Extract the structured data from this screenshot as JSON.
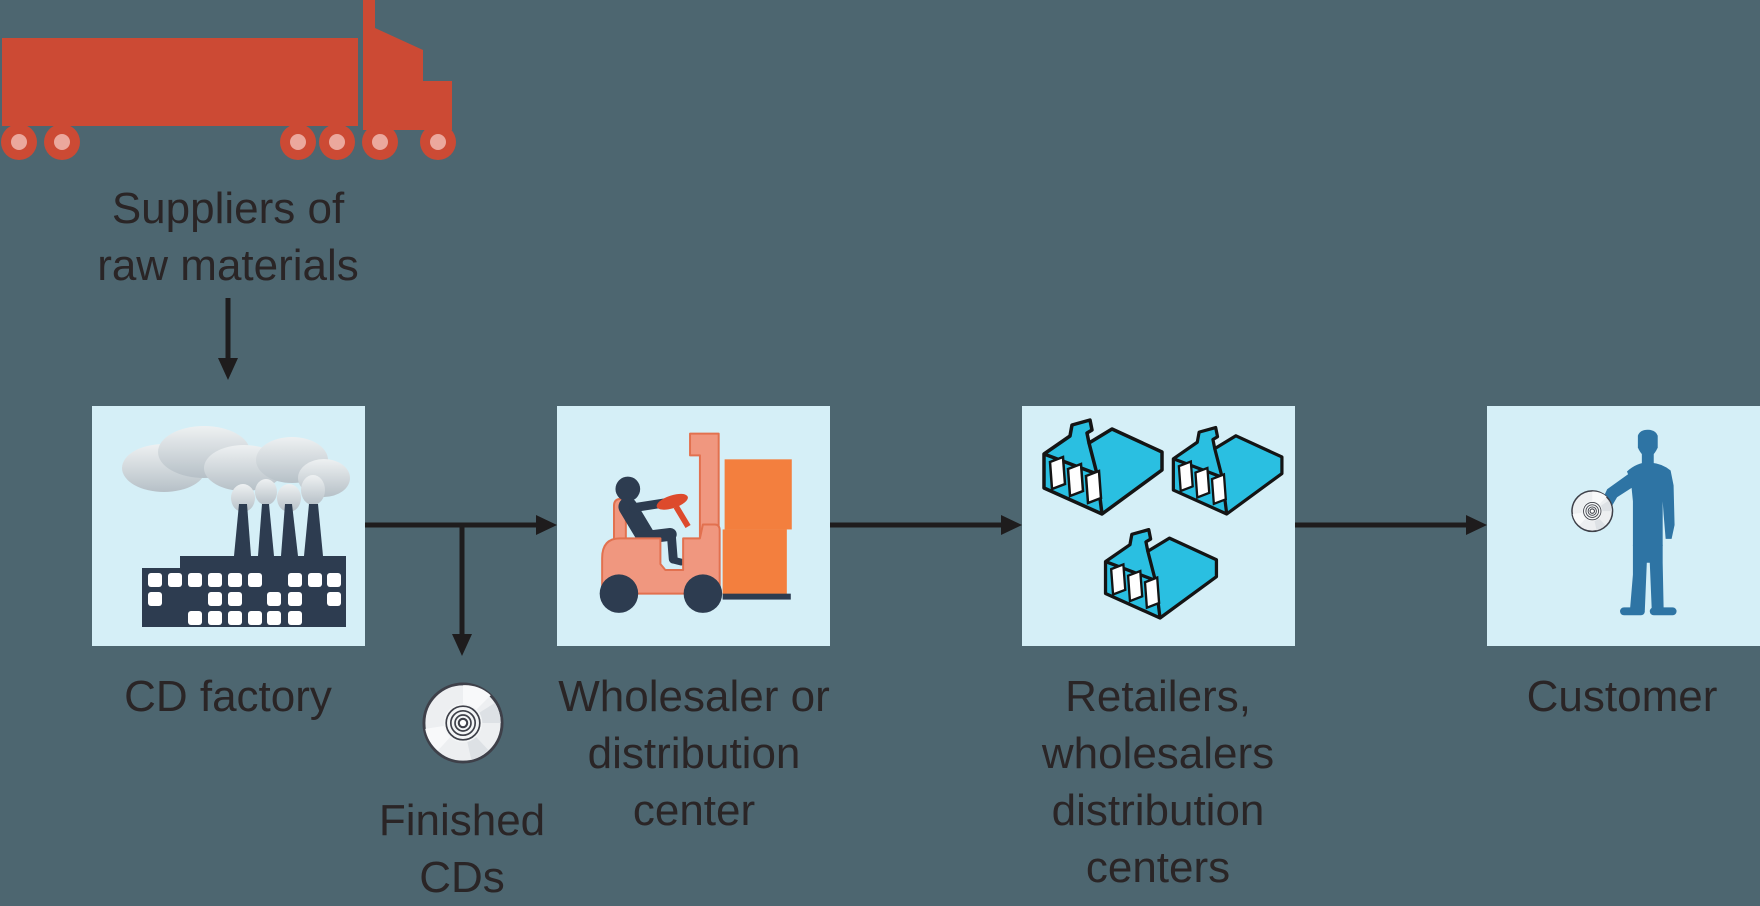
{
  "colors": {
    "bg": "#4d6670",
    "box": "#d5eff7",
    "ink": "#2a2526",
    "arrow": "#1e1c1d",
    "truck": "#cc4a34",
    "truck-hub": "#eba89d",
    "navy": "#2d3c50",
    "forklift": "#f0977f",
    "forklift-outline": "#e2714f",
    "crate": "#f37f3e",
    "steering": "#dd4a2c",
    "warehouse": "#2abfe1",
    "warehouse-line": "#141414",
    "person": "#2e74a4",
    "cd-face": "#edeff1",
    "cd-line": "#3e4049",
    "smoke-dark": "#b6c0c7",
    "smoke-light": "#eef1f2"
  },
  "nodes": {
    "suppliers": {
      "lines": [
        "Suppliers of",
        "raw materials"
      ]
    },
    "factory": {
      "label": "CD factory"
    },
    "finished": {
      "lines": [
        "Finished",
        "CDs"
      ]
    },
    "wholesaler": {
      "lines": [
        "Wholesaler or",
        "distribution",
        "center"
      ]
    },
    "retailers": {
      "lines": [
        "Retailers,",
        "wholesalers",
        "distribution",
        "centers"
      ]
    },
    "customer": {
      "label": "Customer"
    }
  }
}
